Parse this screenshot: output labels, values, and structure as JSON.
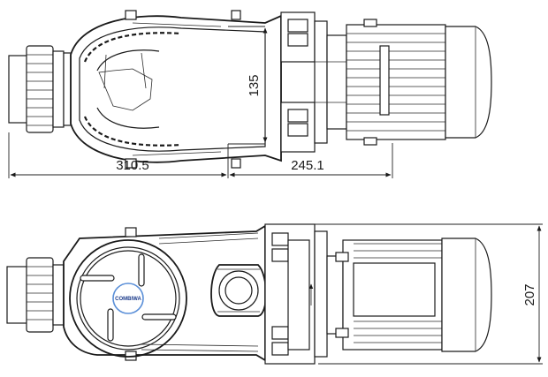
{
  "dimensions": {
    "height_top": "135",
    "length_pump": "310.5",
    "length_motor": "245.1",
    "height_front": "207"
  },
  "brand": {
    "logo_text": "COMBIWA"
  },
  "colors": {
    "line": "#1a1a1a",
    "logo_ring": "#5a8fd8",
    "logo_text": "#1a3a8a"
  }
}
